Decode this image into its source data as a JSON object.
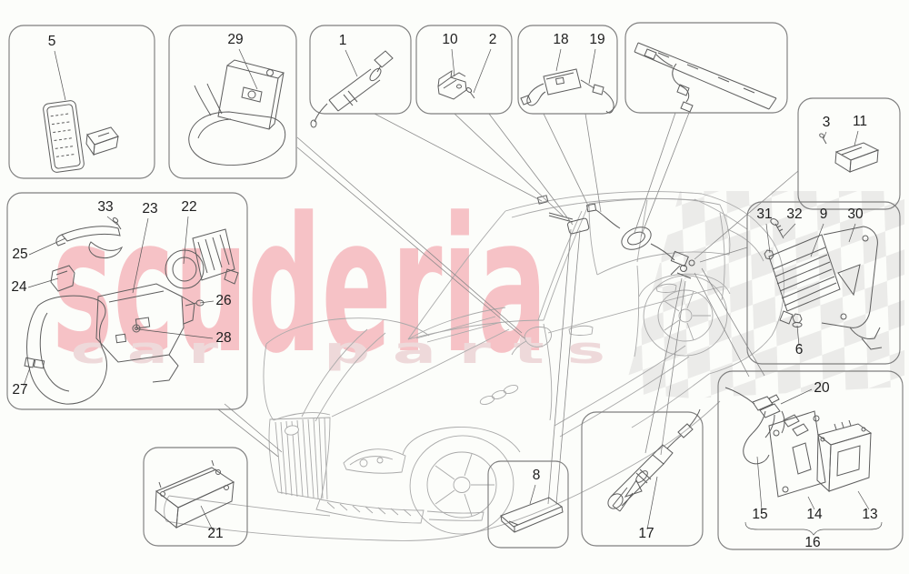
{
  "watermark": {
    "brand": "scuderia",
    "tagline_left": "c a r",
    "tagline_right": "p a r t s"
  },
  "colors": {
    "background": "#fcfdfa",
    "brand_pink": "#f6c2c6",
    "tagline_pink": "#eed9da",
    "flag_gray": "#e9e9e7",
    "car_line": "#a9a9a9",
    "part_line": "#5d5d5d",
    "panel_border": "#7f7f7f",
    "label_text": "#1d1d1d"
  },
  "callouts": [
    {
      "label": "5"
    },
    {
      "label": "29"
    },
    {
      "label": "1"
    },
    {
      "label": "10"
    },
    {
      "label": "2"
    },
    {
      "label": "18"
    },
    {
      "label": "19"
    },
    {
      "label": "3"
    },
    {
      "label": "11"
    },
    {
      "label": "33"
    },
    {
      "label": "23"
    },
    {
      "label": "22"
    },
    {
      "label": "25"
    },
    {
      "label": "24"
    },
    {
      "label": "26"
    },
    {
      "label": "28"
    },
    {
      "label": "27"
    },
    {
      "label": "31"
    },
    {
      "label": "32"
    },
    {
      "label": "9"
    },
    {
      "label": "30"
    },
    {
      "label": "6"
    },
    {
      "label": "21"
    },
    {
      "label": "8"
    },
    {
      "label": "17"
    },
    {
      "label": "20"
    },
    {
      "label": "15"
    },
    {
      "label": "14"
    },
    {
      "label": "13"
    },
    {
      "label": "16"
    }
  ],
  "panels": [
    {
      "name": "panel-5",
      "parts": [
        "5"
      ]
    },
    {
      "name": "panel-29",
      "parts": [
        "29"
      ]
    },
    {
      "name": "panel-1",
      "parts": [
        "1"
      ]
    },
    {
      "name": "panel-10-2",
      "parts": [
        "10",
        "2"
      ]
    },
    {
      "name": "panel-18-19",
      "parts": [
        "18",
        "19"
      ]
    },
    {
      "name": "panel-shelf-trim",
      "parts": []
    },
    {
      "name": "panel-3-11",
      "parts": [
        "3",
        "11"
      ]
    },
    {
      "name": "panel-front-sensor-assembly",
      "parts": [
        "33",
        "23",
        "22",
        "25",
        "24",
        "26",
        "28",
        "27"
      ]
    },
    {
      "name": "panel-ecu-bracket",
      "parts": [
        "31",
        "32",
        "9",
        "30",
        "6"
      ]
    },
    {
      "name": "panel-21",
      "parts": [
        "21"
      ]
    },
    {
      "name": "panel-8",
      "parts": [
        "8"
      ]
    },
    {
      "name": "panel-17",
      "parts": [
        "17"
      ]
    },
    {
      "name": "panel-harness-module",
      "parts": [
        "20",
        "15",
        "14",
        "13",
        "16"
      ]
    }
  ]
}
